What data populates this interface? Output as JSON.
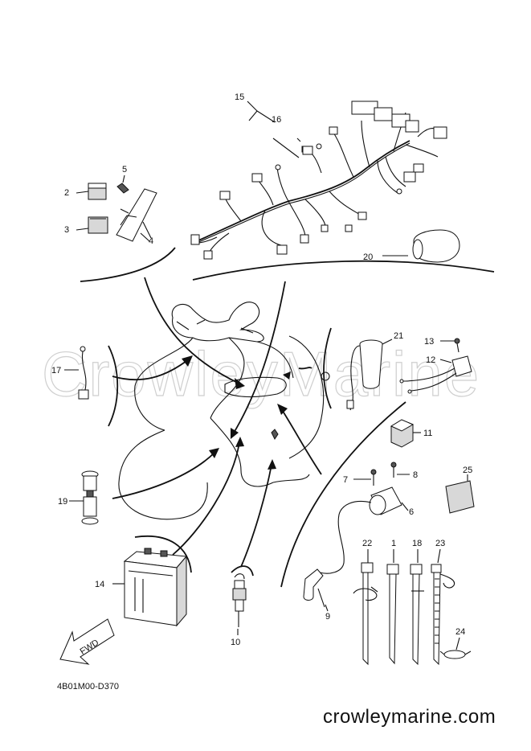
{
  "watermark": "CrowleyMarine",
  "diagram_code": "4B01M00-D370",
  "site_url": "crowleymarine.com",
  "direction_label": "FWD",
  "callouts": {
    "c1": "1",
    "c2": "2",
    "c3": "3",
    "c4": "4",
    "c5": "5",
    "c6": "6",
    "c7": "7",
    "c8": "8",
    "c9": "9",
    "c10": "10",
    "c11": "11",
    "c12": "12",
    "c13": "13",
    "c14": "14",
    "c15": "15",
    "c16": "16",
    "c17": "17",
    "c18": "18",
    "c19": "19",
    "c20": "20",
    "c21": "21",
    "c22": "22",
    "c23": "23",
    "c24": "24",
    "c25": "25"
  }
}
